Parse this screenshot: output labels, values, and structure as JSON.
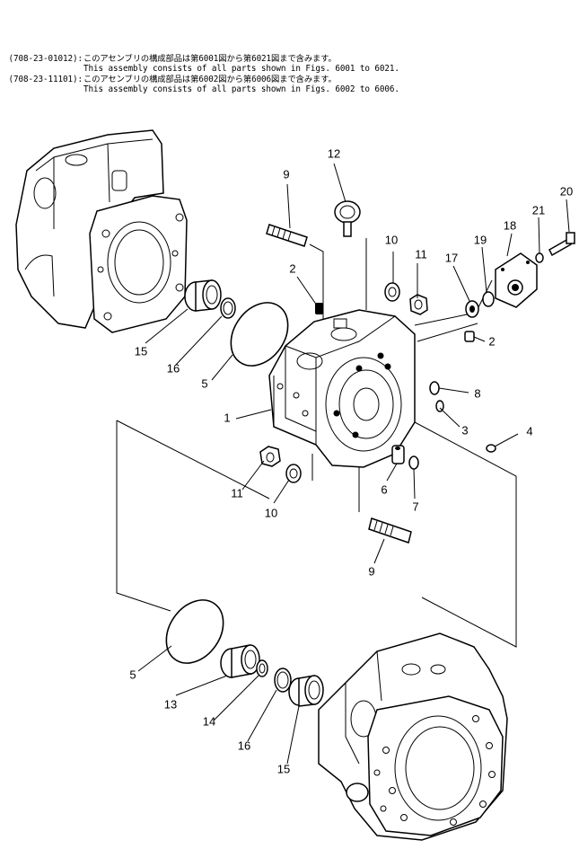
{
  "header": {
    "rows": [
      {
        "code": "",
        "text": "このアセンブリの構成部品は第6001図から第6021図まで含みます。"
      },
      {
        "code": "(708-23-01012):",
        "text": "This assembly consists of all parts shown in Figs. 6001 to 6021."
      },
      {
        "code": "",
        "text": "このアセンブリの構成部品は第6002図から第6006図まで含みます。"
      },
      {
        "code": "(708-23-11101):",
        "text": "This assembly consists of all parts shown in Figs. 6002 to 6006."
      }
    ]
  },
  "callouts": [
    "1",
    "2",
    "2",
    "3",
    "4",
    "5",
    "5",
    "6",
    "7",
    "8",
    "9",
    "9",
    "10",
    "10",
    "11",
    "11",
    "12",
    "13",
    "14",
    "15",
    "15",
    "16",
    "16",
    "17",
    "18",
    "19",
    "20",
    "21"
  ]
}
